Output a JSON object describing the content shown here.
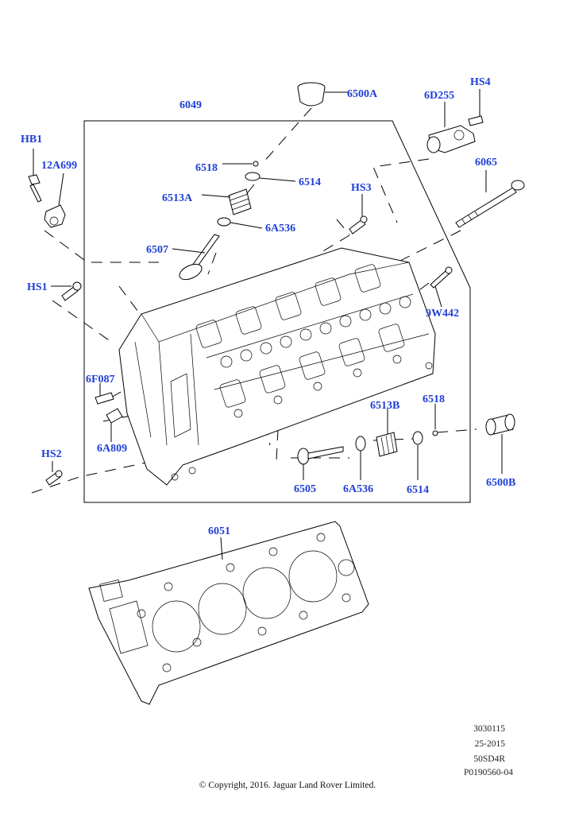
{
  "callouts": {
    "c6049": "6049",
    "c6500A": "6500A",
    "c6D255": "6D255",
    "cHS4": "HS4",
    "cHB1": "HB1",
    "c12A699": "12A699",
    "c6518_top": "6518",
    "c6514_top": "6514",
    "c6513A": "6513A",
    "c6A536_top": "6A536",
    "c6507": "6507",
    "cHS3": "HS3",
    "c6065": "6065",
    "cHS1": "HS1",
    "c9W442": "9W442",
    "c6F087": "6F087",
    "c6A809": "6A809",
    "c6513B": "6513B",
    "c6518_bot": "6518",
    "cHS2": "HS2",
    "c6505": "6505",
    "c6A536_bot": "6A536",
    "c6514_bot": "6514",
    "c6500B": "6500B",
    "c6051": "6051"
  },
  "reference": {
    "line1": "3030115",
    "line2": "25-2015",
    "line3": "50SD4R",
    "line4": "P0190560-04"
  },
  "copyright": "© Copyright, 2016. Jaguar Land Rover Limited.",
  "colors": {
    "callout": "#1f3fd6",
    "line": "#000000",
    "background": "#ffffff"
  }
}
